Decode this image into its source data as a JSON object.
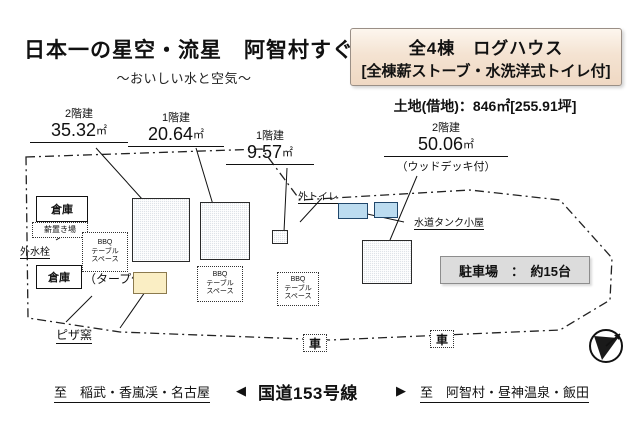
{
  "header": {
    "title_main": "日本一の星空・流星　阿智村すぐ",
    "title_sub": "〜おいしい水と空気〜",
    "banner_line1": "全4棟　ログハウス",
    "banner_line2": "[全棟薪ストーブ・水洗洋式トイレ付]",
    "land_area": "土地(借地)：846㎡[255.91坪]",
    "accent_banner": "#efd8c3",
    "accent_border": "#9a8f86"
  },
  "buildings": [
    {
      "floors": "2階建",
      "area": "35.32",
      "unit": "㎡",
      "note": ""
    },
    {
      "floors": "1階建",
      "area": "20.64",
      "unit": "㎡",
      "note": ""
    },
    {
      "floors": "1階建",
      "area": "9.57",
      "unit": "㎡",
      "note": ""
    },
    {
      "floors": "2階建",
      "area": "50.06",
      "unit": "㎡",
      "note": "（ウッドデッキ付）"
    }
  ],
  "plot": {
    "storage_1": "倉庫",
    "storage_2": "倉庫",
    "firewood": "薪置き場",
    "tarp_note": "（タープ付）",
    "bbq": {
      "l1": "BBQ",
      "l2": "テーブル",
      "l3": "スペース"
    },
    "pizza_oven": "ピザ窯",
    "outdoor_toilet": "外トイレ",
    "outdoor_faucet": "外水栓",
    "water_tank_shed": "水道タンク小屋",
    "parking": "駐車場　：　約15台",
    "car_label": "車",
    "colors": {
      "building_fill": "#dfe3e8",
      "blue_fill": "#bcdcf0",
      "blue_stroke": "#20476b",
      "pizza_fill": "#faeec4",
      "parking_fill": "#dcdcdc"
    }
  },
  "road": {
    "left_destinations": "至　稲武・香嵐渓・名古屋",
    "arrow_left": "◀",
    "name": "国道153号線",
    "arrow_right": "▶",
    "right_destinations": "至　阿智村・昼神温泉・飯田"
  },
  "compass": {
    "label": "N"
  }
}
